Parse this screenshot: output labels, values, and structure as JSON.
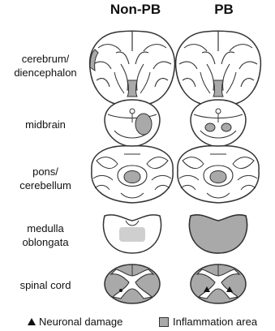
{
  "columns": [
    "Non-PB",
    "PB"
  ],
  "rows": [
    {
      "line1": "cerebrum/",
      "line2": "diencephalon"
    },
    {
      "line1": "midbrain",
      "line2": ""
    },
    {
      "line1": "pons/",
      "line2": "cerebellum"
    },
    {
      "line1": "medulla",
      "line2": "oblongata"
    },
    {
      "line1": "spinal cord",
      "line2": ""
    }
  ],
  "legend": {
    "neuronal_damage": "Neuronal damage",
    "inflammation_area": "Inflammation area"
  },
  "colors": {
    "outline": "#333333",
    "inflammation": "#a9a9a9",
    "marker": "#111111"
  }
}
